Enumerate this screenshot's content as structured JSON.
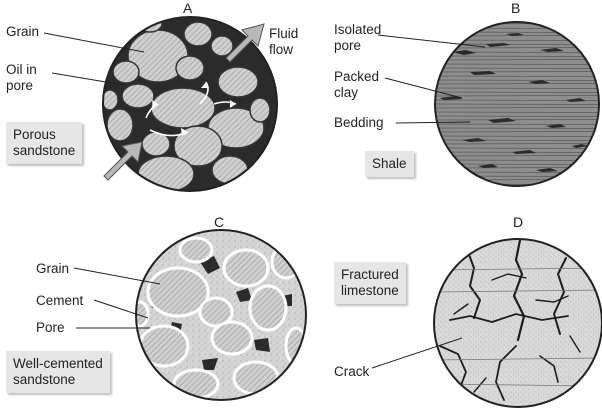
{
  "panels": {
    "a": {
      "letter": "A",
      "grain_label": "Grain",
      "oil_label": "Oil in\npore",
      "flow_label": "Fluid\nflow",
      "caption": "Porous\nsandstone"
    },
    "b": {
      "letter": "B",
      "isolated_label": "Isolated\npore",
      "clay_label": "Packed\nclay",
      "bedding_label": "Bedding",
      "caption": "Shale"
    },
    "c": {
      "letter": "C",
      "grain_label": "Grain",
      "cement_label": "Cement",
      "pore_label": "Pore",
      "caption": "Well-cemented\nsandstone"
    },
    "d": {
      "letter": "D",
      "caption": "Fractured\nlimestone",
      "crack_label": "Crack"
    }
  },
  "colors": {
    "pore_fill": "#2b2b2b",
    "grain_fill": "#cfcfcf",
    "shale_fill": "#8e8e8e",
    "cement_fill": "#d6d6d6",
    "limestone_fill": "#d8d8d8",
    "caption_box": "#e6e6e6",
    "arrow_fill": "#b8b8b8"
  }
}
